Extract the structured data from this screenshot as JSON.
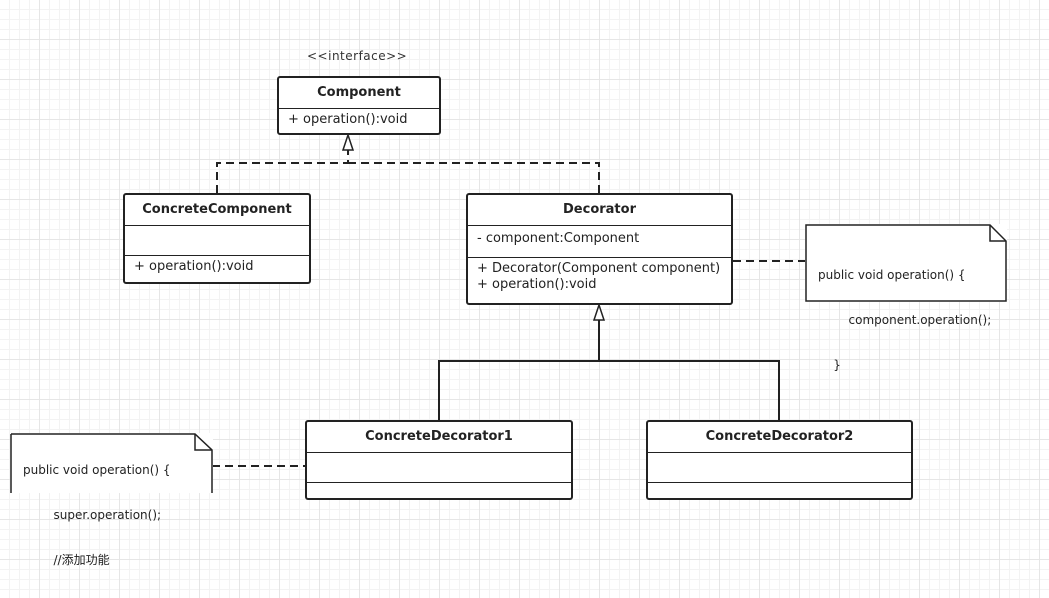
{
  "interface": {
    "stereotype": "<<interface>>",
    "name": "Component",
    "methods": [
      "+ operation():void"
    ]
  },
  "concrete_component": {
    "name": "ConcreteComponent",
    "attributes": [],
    "methods": [
      "+ operation():void"
    ]
  },
  "decorator": {
    "name": "Decorator",
    "attributes": [
      "- component:Component"
    ],
    "methods": [
      "+ Decorator(Component component)",
      "+ operation():void"
    ]
  },
  "concrete_decorator_1": {
    "name": "ConcreteDecorator1"
  },
  "concrete_decorator_2": {
    "name": "ConcreteDecorator2"
  },
  "notes": {
    "decorator_note": [
      "public void operation() {",
      "        component.operation();",
      "    }"
    ],
    "concrete_decorator_note": [
      "public void operation() {",
      "        super.operation();",
      "        //添加功能"
    ]
  },
  "colors": {
    "stroke": "#222222",
    "grid": "#e6e6e6",
    "background": "#ffffff"
  }
}
